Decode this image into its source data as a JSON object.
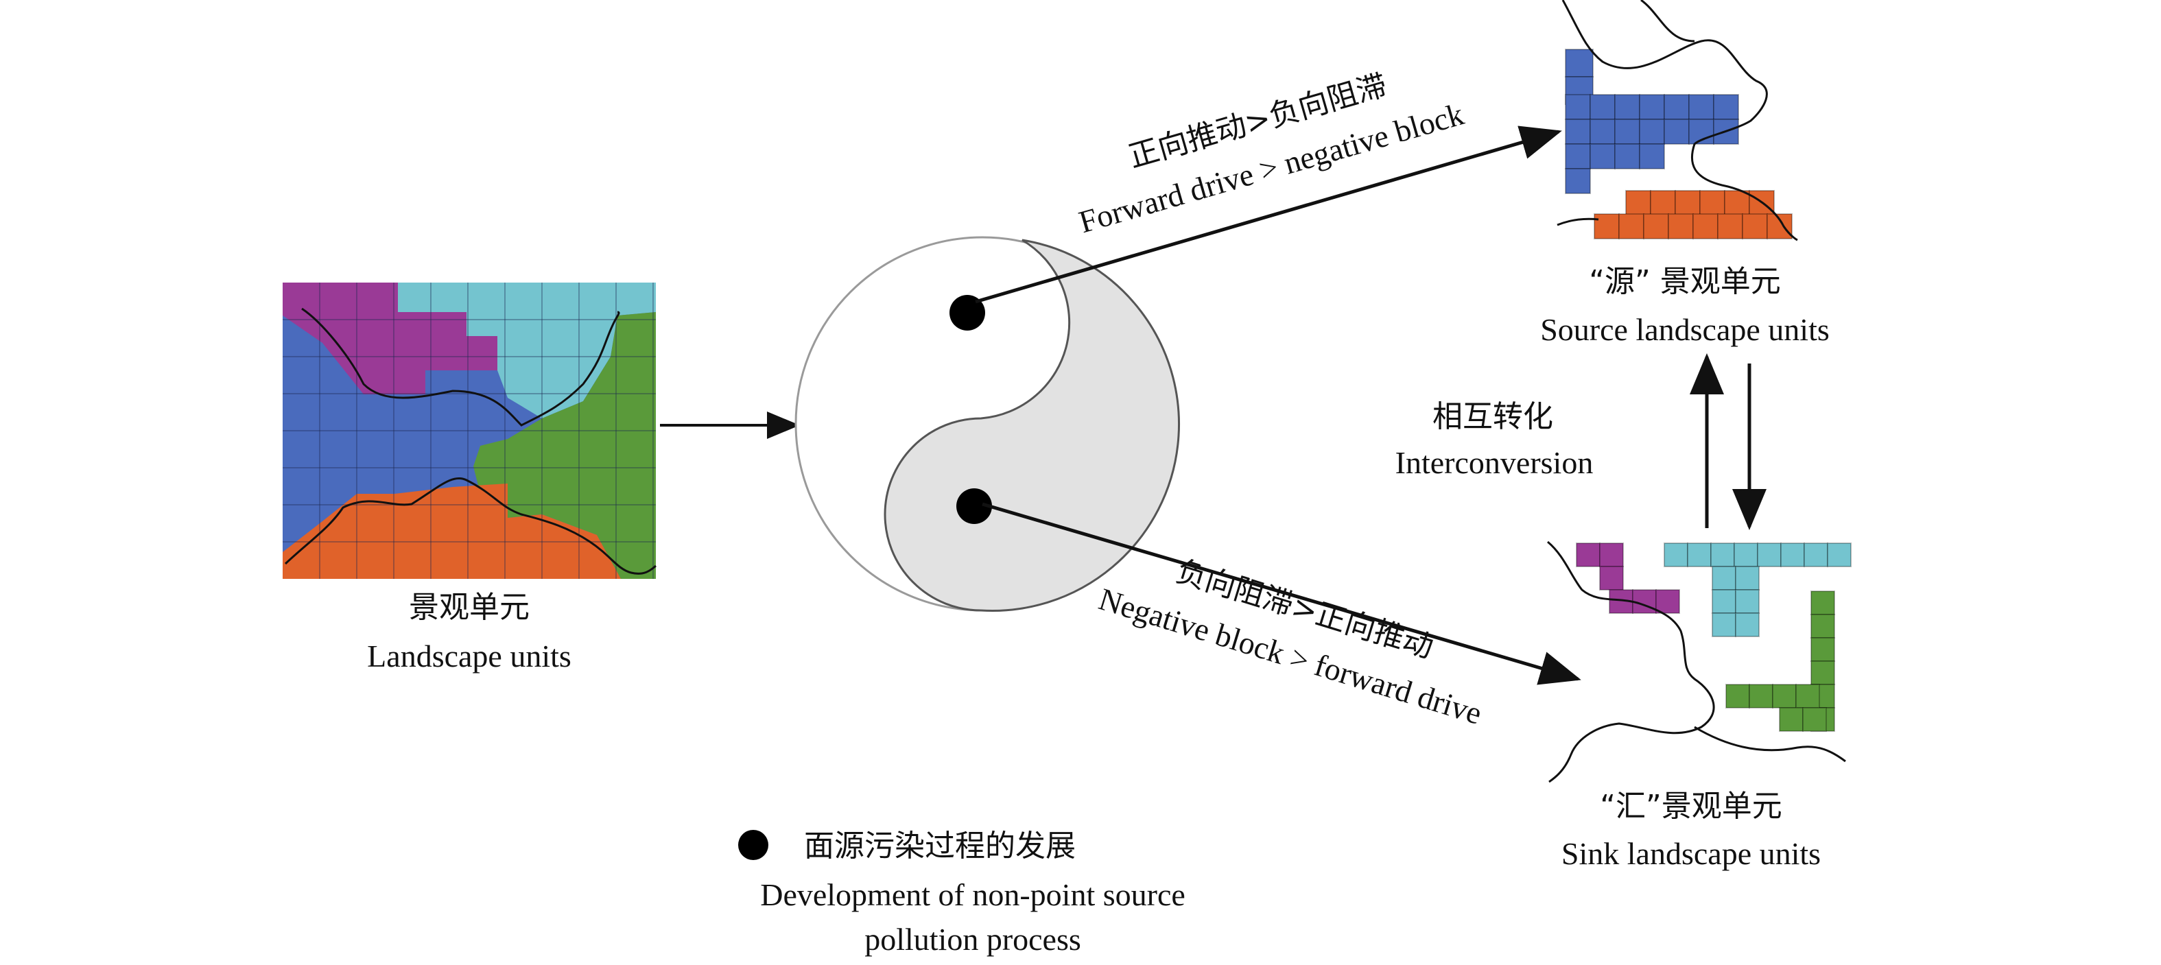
{
  "landscape": {
    "label_cn": "景观单元",
    "label_en": "Landscape units"
  },
  "forward_arrow": {
    "label_cn": "正向推动>负向阻滞",
    "label_en": "Forward drive > negative block"
  },
  "negative_arrow": {
    "label_cn": "负向阻滞>正向推动",
    "label_en": "Negative block > forward drive"
  },
  "source": {
    "label_cn": "“源” 景观单元",
    "label_en": "Source landscape units"
  },
  "sink": {
    "label_cn": "“汇”景观单元",
    "label_en": "Sink landscape units"
  },
  "interconversion": {
    "label_cn": "相互转化",
    "label_en": "Interconversion"
  },
  "legend": {
    "label_cn": "面源污染过程的发展",
    "label_en_line1": "Development of non-point source",
    "label_en_line2": "pollution process"
  },
  "colors": {
    "blue": "#4a6bbd",
    "magenta": "#9a3a96",
    "cyan": "#74c4cf",
    "green": "#5a9a3a",
    "orange": "#e0622a",
    "grid_line": "#2f4680",
    "yinyang_fill": "#e2e2e2",
    "dot": "#000000"
  }
}
